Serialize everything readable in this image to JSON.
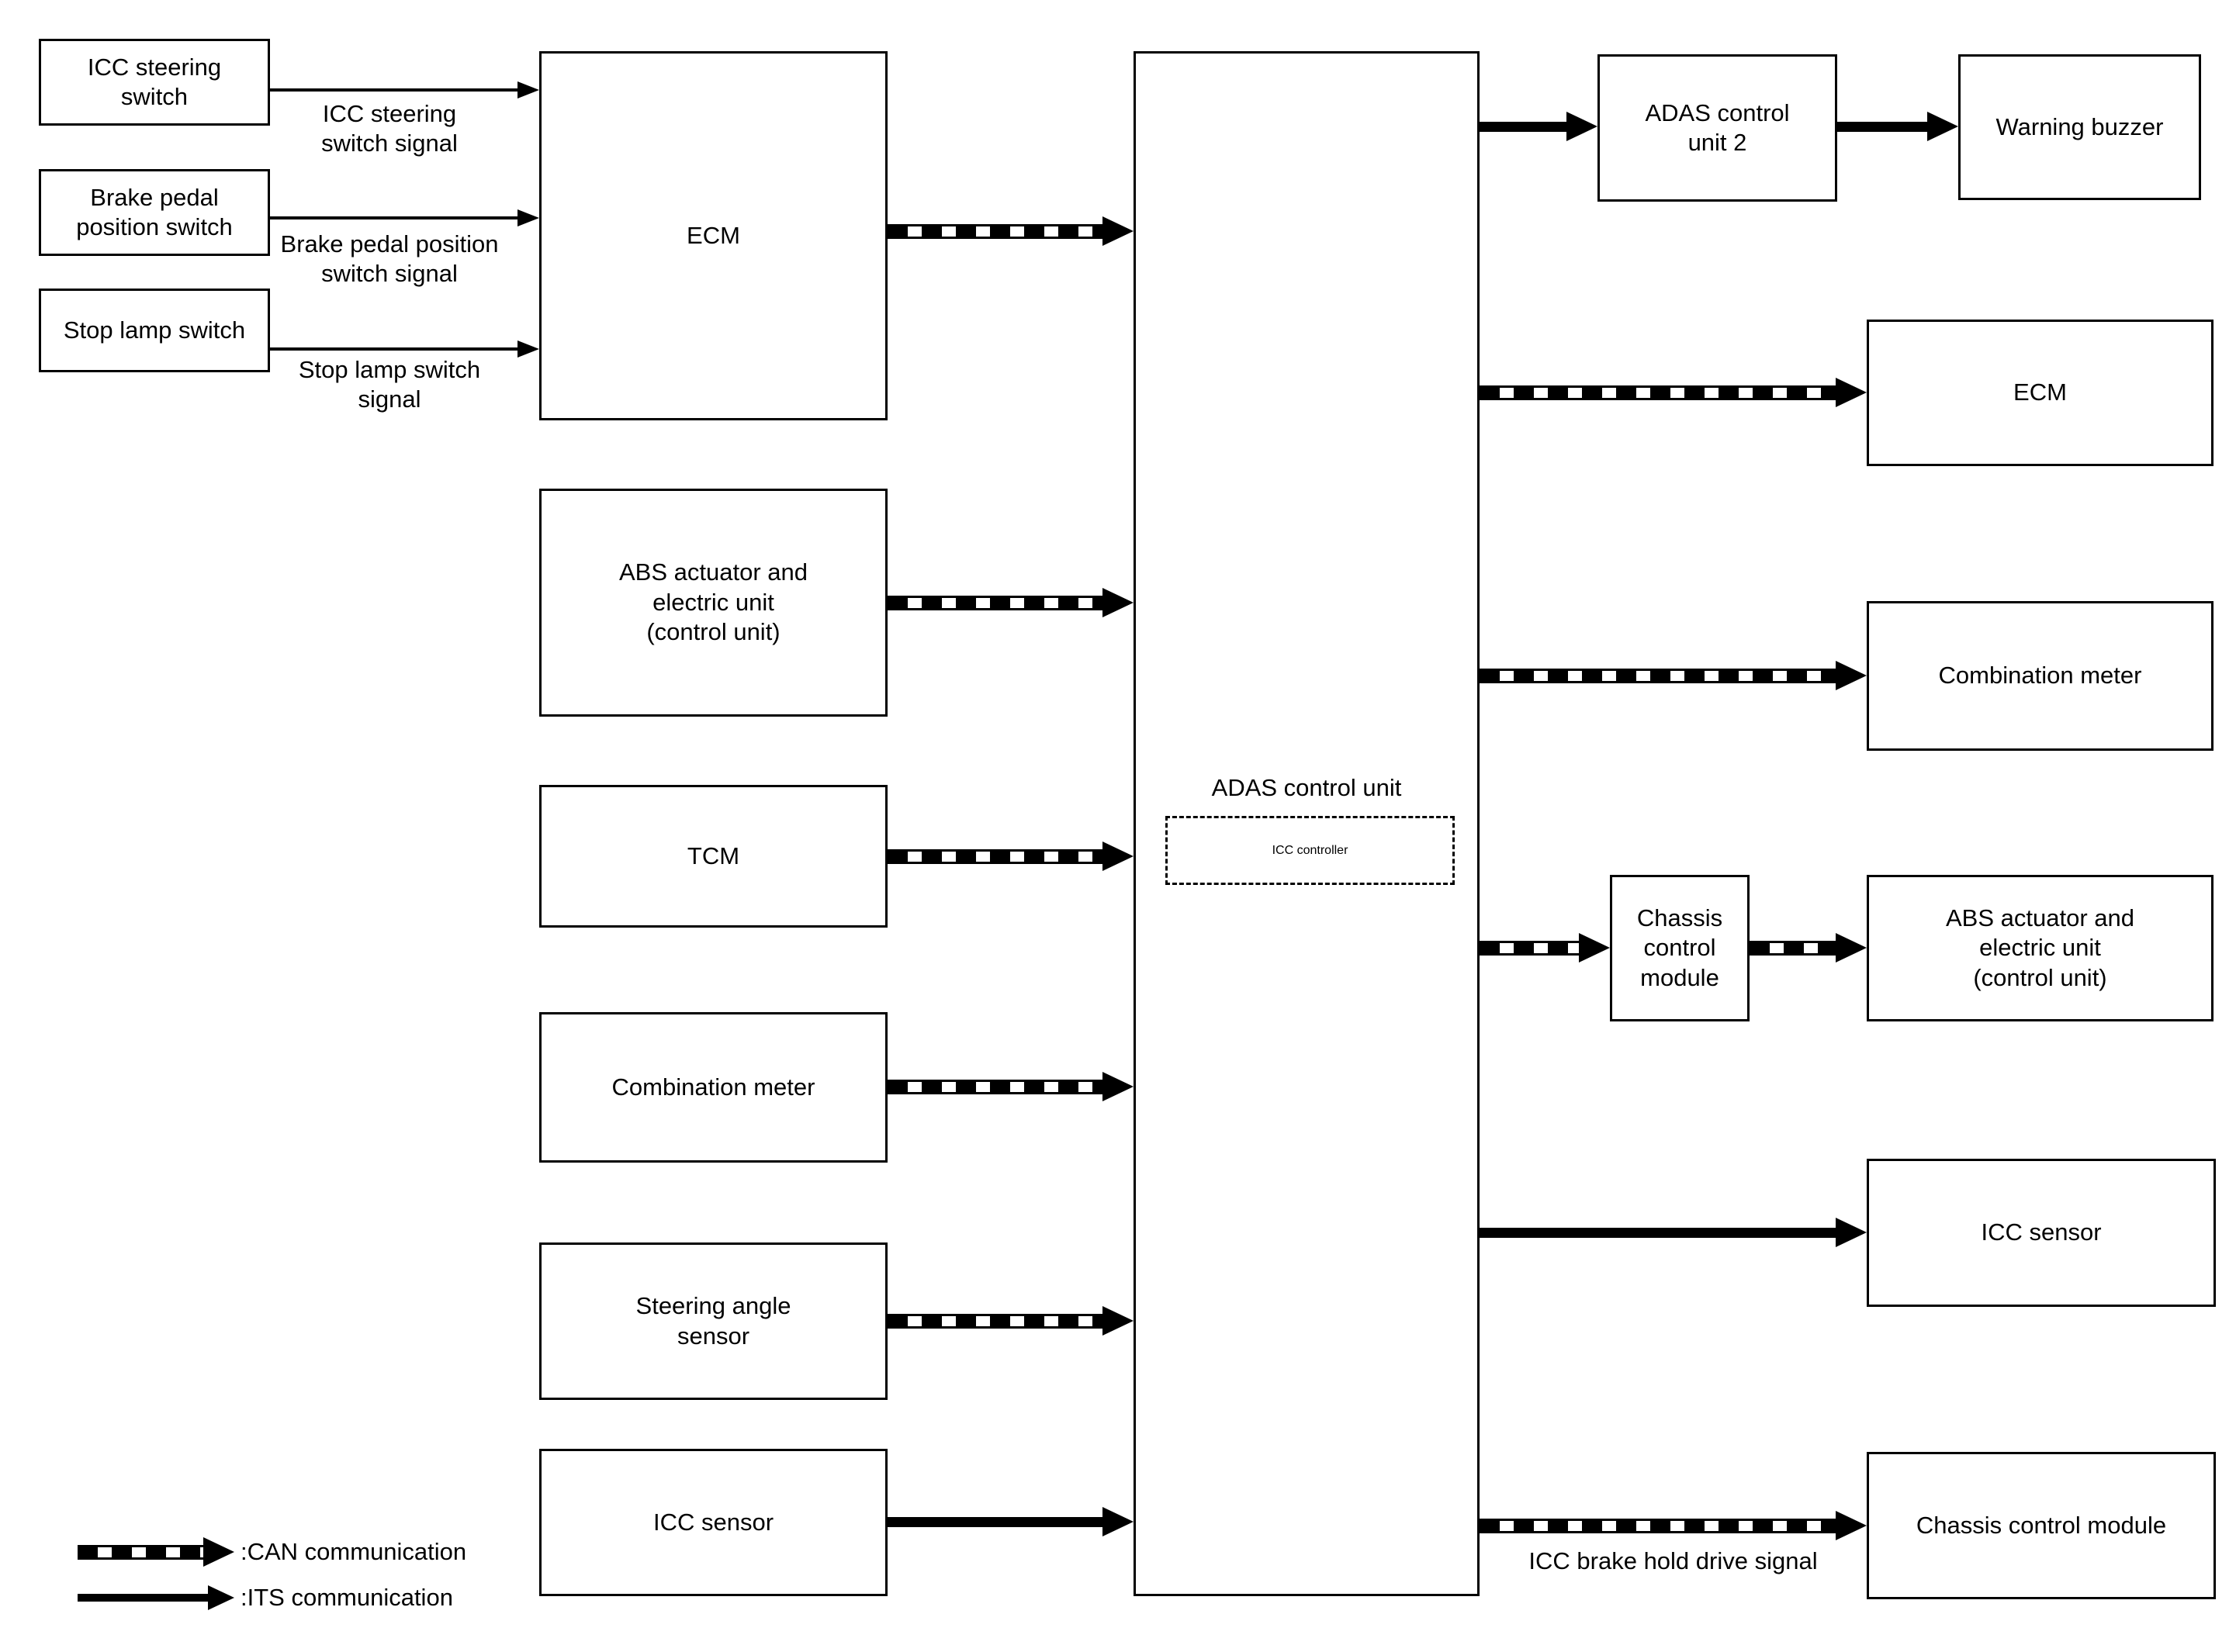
{
  "nodes": {
    "icc_steering_switch": {
      "label": "ICC steering\nswitch"
    },
    "brake_pedal_position_switch": {
      "label": "Brake pedal\nposition switch"
    },
    "stop_lamp_switch": {
      "label": "Stop lamp switch"
    },
    "ecm_left": {
      "label": "ECM"
    },
    "abs_left": {
      "label": "ABS actuator and\nelectric unit\n(control unit)"
    },
    "tcm": {
      "label": "TCM"
    },
    "combination_meter_left": {
      "label": "Combination meter"
    },
    "steering_angle_sensor": {
      "label": "Steering angle\nsensor"
    },
    "icc_sensor_left": {
      "label": "ICC sensor"
    },
    "adas_control_unit": {
      "label": "ADAS control unit"
    },
    "icc_controller": {
      "label": "ICC controller"
    },
    "adas_control_unit_2": {
      "label": "ADAS control\nunit 2"
    },
    "warning_buzzer": {
      "label": "Warning buzzer"
    },
    "ecm_right": {
      "label": "ECM"
    },
    "combination_meter_right": {
      "label": "Combination meter"
    },
    "chassis_control_module_mid": {
      "label": "Chassis\ncontrol\nmodule"
    },
    "abs_right": {
      "label": "ABS actuator and\nelectric unit\n(control unit)"
    },
    "icc_sensor_right": {
      "label": "ICC sensor"
    },
    "chassis_control_module_right": {
      "label": "Chassis control module"
    }
  },
  "edge_labels": {
    "icc_steering_switch_signal": "ICC steering\nswitch signal",
    "brake_pedal_position_switch_signal": "Brake pedal position\nswitch signal",
    "stop_lamp_switch_signal": "Stop lamp switch\nsignal",
    "icc_brake_hold_drive_signal": "ICC brake hold drive signal"
  },
  "legend": {
    "can_label": ":CAN communication",
    "its_label": ":ITS communication"
  },
  "edges": [
    {
      "from": "ICC steering switch",
      "to": "ECM",
      "type": "hardwire",
      "label": "ICC steering switch signal"
    },
    {
      "from": "Brake pedal position switch",
      "to": "ECM",
      "type": "hardwire",
      "label": "Brake pedal position switch signal"
    },
    {
      "from": "Stop lamp switch",
      "to": "ECM",
      "type": "hardwire",
      "label": "Stop lamp switch signal"
    },
    {
      "from": "ECM",
      "to": "ADAS control unit",
      "type": "CAN",
      "label": ""
    },
    {
      "from": "ABS actuator and electric unit (control unit)",
      "to": "ADAS control unit",
      "type": "CAN",
      "label": ""
    },
    {
      "from": "TCM",
      "to": "ADAS control unit",
      "type": "CAN",
      "label": ""
    },
    {
      "from": "Combination meter",
      "to": "ADAS control unit",
      "type": "CAN",
      "label": ""
    },
    {
      "from": "Steering angle sensor",
      "to": "ADAS control unit",
      "type": "CAN",
      "label": ""
    },
    {
      "from": "ICC sensor",
      "to": "ADAS control unit",
      "type": "ITS",
      "label": ""
    },
    {
      "from": "ADAS control unit",
      "to": "ADAS control unit 2",
      "type": "ITS",
      "label": ""
    },
    {
      "from": "ADAS control unit 2",
      "to": "Warning buzzer",
      "type": "ITS",
      "label": ""
    },
    {
      "from": "ADAS control unit",
      "to": "ECM",
      "type": "CAN",
      "label": ""
    },
    {
      "from": "ADAS control unit",
      "to": "Combination meter",
      "type": "CAN",
      "label": ""
    },
    {
      "from": "ADAS control unit",
      "to": "Chassis control module",
      "type": "CAN",
      "label": ""
    },
    {
      "from": "Chassis control module",
      "to": "ABS actuator and electric unit (control unit)",
      "type": "CAN",
      "label": ""
    },
    {
      "from": "ADAS control unit",
      "to": "ICC sensor",
      "type": "ITS",
      "label": ""
    },
    {
      "from": "ADAS control unit",
      "to": "Chassis control module",
      "type": "CAN",
      "label": "ICC brake hold drive signal"
    }
  ],
  "colors": {
    "line": "#000000",
    "background": "#ffffff"
  }
}
